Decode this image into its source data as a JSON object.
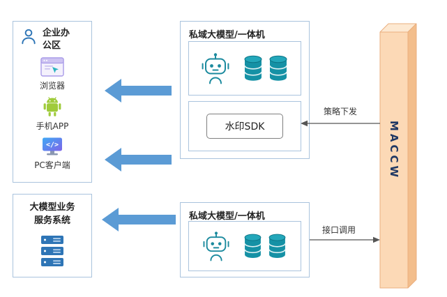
{
  "colors": {
    "arrow_blue": "#5B9BD5",
    "box_border": "#A9C3DD",
    "teal": "#1591A5",
    "maccw_front": "#FCD9B6",
    "maccw_side": "#F3BE8C",
    "maccw_text": "#1F3864",
    "android_green": "#9FCB3B",
    "person_blue": "#2E75B6"
  },
  "office_box": {
    "title": "企业办公区",
    "title_icon": "person-icon",
    "items": [
      {
        "label": "浏览器",
        "icon": "browser-icon"
      },
      {
        "label": "手机APP",
        "icon": "android-icon"
      },
      {
        "label": "PC客户端",
        "icon": "pc-client-icon"
      }
    ]
  },
  "service_box": {
    "title": "大模型业务服务系统",
    "icon": "server-icon"
  },
  "model_box_top": {
    "title": "私域大模型/一体机",
    "icons": [
      "robot-icon",
      "database-icon",
      "database-icon"
    ],
    "sdk_label": "水印SDK"
  },
  "model_box_bottom": {
    "title": "私域大模型/一体机",
    "icons": [
      "robot-icon",
      "database-icon",
      "database-icon"
    ]
  },
  "maccw": {
    "label": "MACCW"
  },
  "connections": {
    "policy_label": "策略下发",
    "api_label": "接口调用"
  },
  "icons": {
    "pc_glyph": "</>"
  }
}
